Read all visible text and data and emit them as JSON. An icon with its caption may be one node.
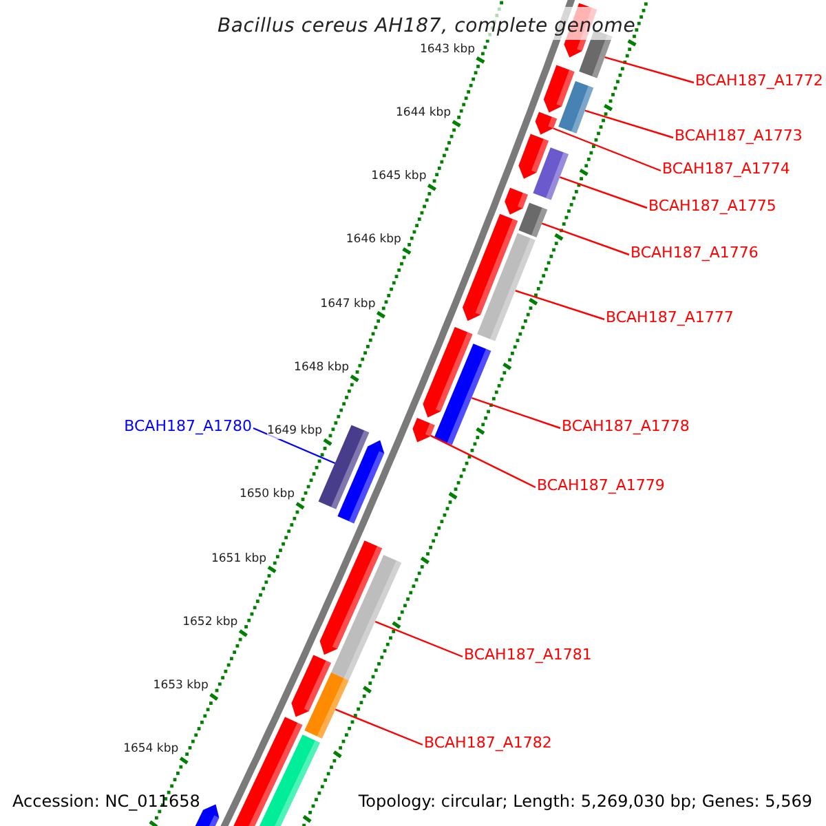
{
  "diagram": {
    "title": "Bacillus cereus AH187, complete genome",
    "nodes": [
      {
        "text": [
          "BCAH187_A1772"
        ]
      },
      {
        "text": [
          "BCAH187_A1773"
        ]
      },
      {
        "text": [
          "BCAH187_A1774"
        ]
      },
      {
        "text": [
          "BCAH187_A1775"
        ]
      },
      {
        "text": [
          "BCAH187_A1776"
        ]
      },
      {
        "text": [
          "BCAH187_A1777"
        ]
      },
      {
        "text": [
          "BCAH187_A1778"
        ]
      },
      {
        "text": [
          "BCAH187_A1779"
        ]
      },
      {
        "text": [
          "BCAH187_A1780"
        ]
      },
      {
        "text": [
          "BCAH187_A1781"
        ]
      },
      {
        "text": [
          "BCAH187_A1782"
        ]
      },
      {
        "text": [],
        "shape": "bar"
      },
      {
        "text": [],
        "shape": "bar"
      },
      {
        "text": [],
        "shape": "bar"
      },
      {
        "text": [],
        "shape": "bar"
      },
      {
        "text": [],
        "shape": "bar"
      },
      {
        "text": [],
        "shape": "bar"
      },
      {
        "text": [],
        "shape": "bar"
      },
      {
        "text": [],
        "shape": "bar"
      },
      {
        "text": [],
        "shape": "bar"
      },
      {
        "text": [],
        "shape": "bar"
      },
      {
        "text": [],
        "shape": "bar"
      },
      {
        "text": [],
        "shape": "bar"
      },
      {
        "text": [],
        "shape": "bar"
      },
      {
        "text": [],
        "shape": "bar"
      },
      {
        "text": [],
        "shape": "bar"
      },
      {
        "text": [],
        "shape": "bar"
      },
      {
        "text": [],
        "shape": "bar"
      },
      {
        "text": [],
        "shape": "bar"
      },
      {
        "text": [],
        "shape": "bar"
      },
      {
        "text": [],
        "shape": "bar"
      },
      {
        "text": [],
        "shape": "bar"
      },
      {
        "text": [],
        "shape": "bar"
      },
      {
        "text": [],
        "shape": "bar"
      }
    ],
    "edges": [
      {
        "from": 0,
        "to": 11,
        "arrow": "none"
      },
      {
        "from": 1,
        "to": 12,
        "arrow": "none"
      },
      {
        "from": 2,
        "to": 13,
        "arrow": "none"
      },
      {
        "from": 3,
        "to": 14,
        "arrow": "none"
      },
      {
        "from": 4,
        "to": 15,
        "arrow": "none"
      },
      {
        "from": 5,
        "to": 16,
        "arrow": "none"
      },
      {
        "from": 6,
        "to": 17,
        "arrow": "none"
      },
      {
        "from": 7,
        "to": 18,
        "arrow": "none"
      },
      {
        "from": 8,
        "to": 19,
        "arrow": "none",
        "color": "#0000ff"
      },
      {
        "from": 9,
        "to": 20,
        "arrow": "none"
      },
      {
        "from": 10,
        "to": 21,
        "arrow": "none"
      }
    ],
    "labels": [
      "1643 kbp",
      "1644 kbp",
      "1645 kbp",
      "1646 kbp",
      "1647 kbp",
      "1648 kbp",
      "1649 kbp",
      "1650 kbp",
      "1651 kbp",
      "1652 kbp",
      "1653 kbp",
      "1654 kbp",
      "Accession: NC_011658",
      "Topology: circular; Length: 5,269,030 bp; Genes: 5,569"
    ]
  }
}
